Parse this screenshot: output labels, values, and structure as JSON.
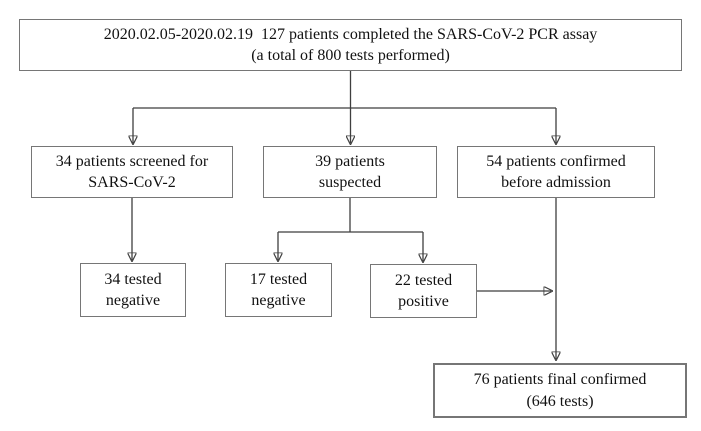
{
  "colors": {
    "background": "#ffffff",
    "box_border": "#767676",
    "box_fill": "#ffffff",
    "arrow": "#3f3f3f",
    "text": "#111111"
  },
  "nodes": {
    "total": {
      "line1": "2020.02.05-2020.02.19  127 patients completed the SARS-CoV-2 PCR assay",
      "line2": "(a total of 800 tests performed)"
    },
    "screened": {
      "line1": "34 patients screened for",
      "line2": "SARS-CoV-2"
    },
    "suspected": {
      "line1": "39 patients",
      "line2": "suspected"
    },
    "confirmed": {
      "line1": "54 patients confirmed",
      "line2": "before admission"
    },
    "screened_negative": {
      "line1": "34 tested",
      "line2": "negative"
    },
    "suspected_negative": {
      "line1": "17 tested",
      "line2": "negative"
    },
    "suspected_positive": {
      "line1": "22 tested",
      "line2": "positive"
    },
    "final": {
      "line1": "76 patients final confirmed",
      "line2": "(646 tests)"
    }
  },
  "edges": [
    {
      "from": "total",
      "to": "screened"
    },
    {
      "from": "total",
      "to": "suspected"
    },
    {
      "from": "total",
      "to": "confirmed"
    },
    {
      "from": "screened",
      "to": "screened_negative"
    },
    {
      "from": "suspected",
      "to": "suspected_negative"
    },
    {
      "from": "suspected",
      "to": "suspected_positive"
    },
    {
      "from": "suspected_positive",
      "to": "final"
    },
    {
      "from": "confirmed",
      "to": "final"
    }
  ]
}
